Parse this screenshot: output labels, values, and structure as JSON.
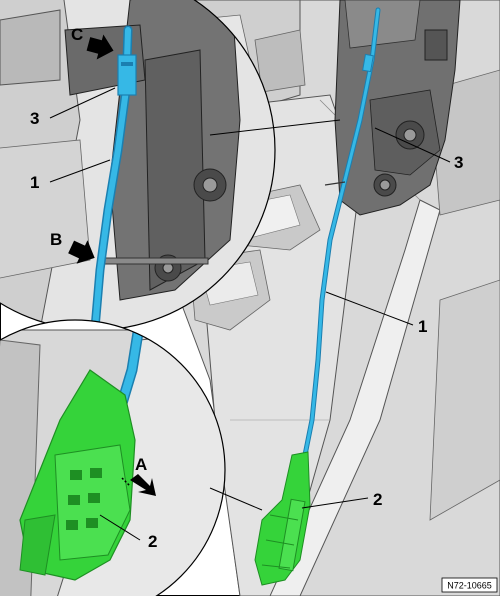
{
  "callouts": {
    "c": "C",
    "b": "B",
    "a": "A",
    "part1": "1",
    "part2": "2",
    "part3": "3"
  },
  "reference_code": "N72-10665",
  "colors": {
    "cable": "#36b8e6",
    "cable_dark": "#1b7fb0",
    "plug": "#35d33a",
    "plug_dark": "#1e8f23",
    "housing": "#6e6e6e",
    "trim_light": "#dcdcdc",
    "trim_mid": "#c4c4c4",
    "background": "#ffffff",
    "outline": "#000000"
  }
}
